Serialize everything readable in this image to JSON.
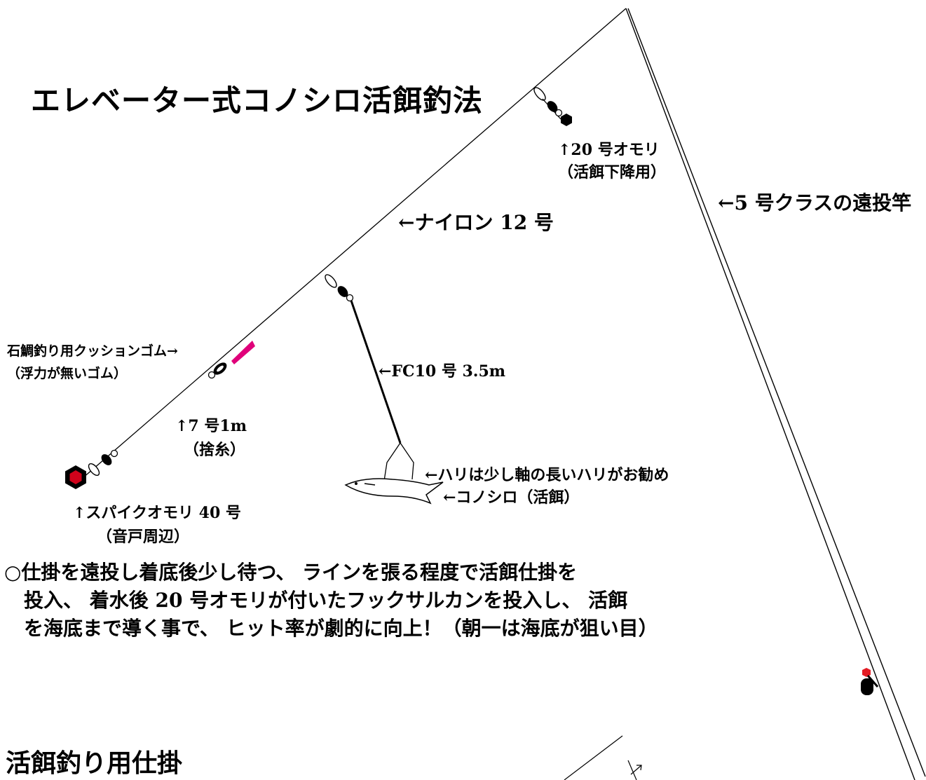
{
  "title": "エレベーター式コノシロ活餌釣法",
  "labels": {
    "sinker20_line1": "↑20 号オモリ",
    "sinker20_line2": "（活餌下降用）",
    "rod": "←5 号クラスの遠投竿",
    "nylon": "←ナイロン 12 号",
    "cushion_line1": "石鯛釣り用クッションゴム→",
    "cushion_line2": "（浮力が無いゴム）",
    "fc_leader": "←FC10 号 3.5m",
    "sute_line1": "↑7 号1m",
    "sute_line2": "（捨糸）",
    "hook": "←ハリは少し軸の長いハリがお勧め",
    "bait": "←コノシロ（活餌）",
    "spike_line1": "↑スパイクオモリ 40 号",
    "spike_line2": "（音戸周辺）"
  },
  "description": [
    "○仕掛を遠投し着底後少し待つ、 ラインを張る程度で活餌仕掛を",
    "投入、 着水後 20 号オモリが付いたフックサルカンを投入し、 活餌",
    "を海底まで導く事で、 ヒット率が劇的に向上！（朝一は海底が狙い目）"
  ],
  "subtitle": "活餌釣り用仕掛",
  "colors": {
    "line": "#000000",
    "cushion": "#e0007a",
    "spike_sinker": "#d0021b",
    "rod_tip_red": "#e31b23"
  }
}
